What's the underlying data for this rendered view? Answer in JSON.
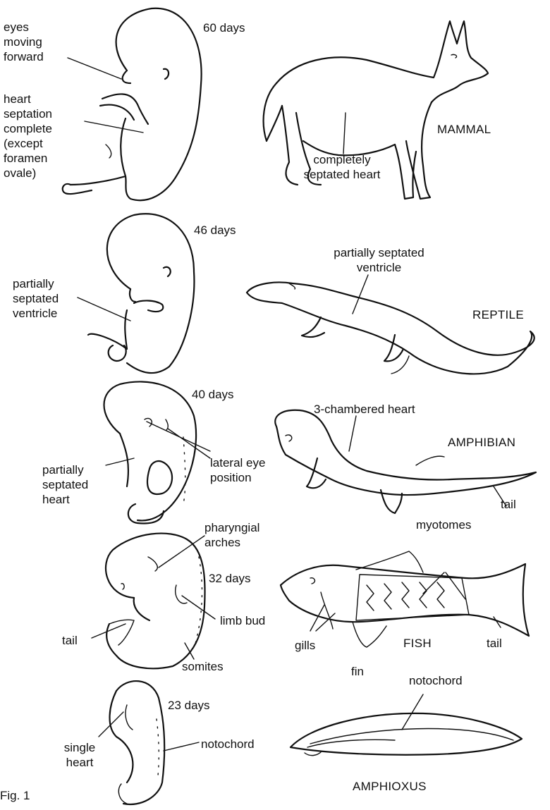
{
  "figure": {
    "caption": "Fig. 1",
    "rows": [
      {
        "embryo": {
          "age": "60 days",
          "labels": [
            "eyes moving forward",
            "heart septation complete (except foramen ovale)"
          ]
        },
        "animal": {
          "name": "MAMMAL",
          "labels": [
            "completely septated heart"
          ]
        }
      },
      {
        "embryo": {
          "age": "46 days",
          "labels": [
            "partially septated ventricle"
          ]
        },
        "animal": {
          "name": "REPTILE",
          "labels": [
            "partially septated ventricle"
          ]
        }
      },
      {
        "embryo": {
          "age": "40 days",
          "labels": [
            "partially septated heart",
            "lateral eye position"
          ]
        },
        "animal": {
          "name": "AMPHIBIAN",
          "labels": [
            "3-chambered heart",
            "tail"
          ]
        }
      },
      {
        "embryo": {
          "age": "32 days",
          "labels": [
            "pharyngial arches",
            "limb bud",
            "tail",
            "somites"
          ]
        },
        "animal": {
          "name": "FISH",
          "labels": [
            "myotomes",
            "gills",
            "fin",
            "tail"
          ]
        }
      },
      {
        "embryo": {
          "age": "23 days",
          "labels": [
            "single heart",
            "notochord"
          ]
        },
        "animal": {
          "name": "AMPHIOXUS",
          "labels": [
            "notochord"
          ]
        }
      }
    ]
  }
}
